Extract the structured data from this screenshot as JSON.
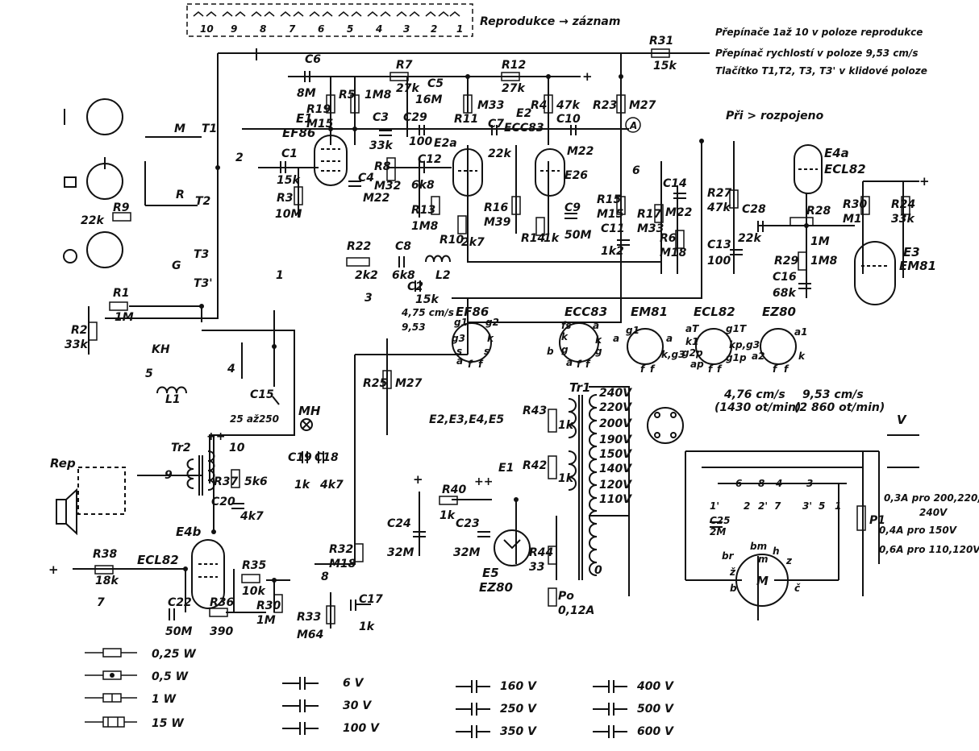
{
  "header": {
    "switch_numbers": [
      "10",
      "9",
      "8",
      "7",
      "6",
      "5",
      "4",
      "3",
      "2",
      "1"
    ],
    "mode_label": "Reprodukce → záznam"
  },
  "notes": [
    "Přepínače  1až 10  v poloze  reprodukce",
    "Přepínač  rychlostí  v poloze  9,53 cm/s",
    "Tlačítko  T1,T2, T3, T3' v klidové  poloze"
  ],
  "annotation_pri": "Při > rozpojeno",
  "components": {
    "R31": [
      "R31",
      "15k"
    ],
    "C6": [
      "C6",
      "8M"
    ],
    "R7": [
      "R7",
      "27k"
    ],
    "R12": [
      "R12",
      "27k"
    ],
    "R19": [
      "R19",
      "M15"
    ],
    "R5": [
      "R5",
      "1M8"
    ],
    "C5": [
      "C5",
      "16M"
    ],
    "R11": [
      "R11",
      "M33"
    ],
    "R4": [
      "R4",
      "47k"
    ],
    "R23": [
      "R23",
      "M27"
    ],
    "C3": [
      "C3",
      "33k"
    ],
    "C29": [
      "C29",
      "100"
    ],
    "C7": [
      "C7",
      "22k"
    ],
    "C10": [
      "C10",
      "M22"
    ],
    "E1": [
      "E1",
      "EF86"
    ],
    "E2": [
      "E2",
      "ECC83"
    ],
    "E2a": [
      "E2a",
      ""
    ],
    "E26": [
      "E26",
      ""
    ],
    "C1": [
      "C1",
      "15k"
    ],
    "R3": [
      "R3",
      "10M"
    ],
    "C4": [
      "C4",
      "M22"
    ],
    "R8": [
      "R8",
      "M32"
    ],
    "C12": [
      "C12",
      "6k8"
    ],
    "R13": [
      "R13",
      "1M8"
    ],
    "R16": [
      "R16",
      "M39"
    ],
    "C9": [
      "C9",
      "50M"
    ],
    "R14": [
      "R14",
      "1k"
    ],
    "R10": [
      "R10",
      "2k7"
    ],
    "R15": [
      "R15",
      "M15"
    ],
    "C11": [
      "C11",
      "1k2"
    ],
    "R17": [
      "R17",
      "M33"
    ],
    "C14": [
      "C14",
      "M22"
    ],
    "R6": [
      "R6",
      "M18"
    ],
    "R27": [
      "R27",
      "47k"
    ],
    "C28": [
      "C28",
      "22k"
    ],
    "C13": [
      "C13",
      "100"
    ],
    "E4a": [
      "E4a",
      "ECL82"
    ],
    "R28": [
      "R28",
      "1M"
    ],
    "R29": [
      "R29",
      "1M8"
    ],
    "C16": [
      "C16",
      "68k"
    ],
    "R30a": [
      "R30",
      "M1"
    ],
    "R24": [
      "R24",
      "33k"
    ],
    "E3": [
      "E3",
      "EM81"
    ],
    "R22": [
      "R22",
      "2k2"
    ],
    "C8": [
      "C8",
      "6k8"
    ],
    "L2": [
      "L2",
      ""
    ],
    "C2": [
      "C2",
      "15k"
    ],
    "R9": [
      "R9",
      "22k"
    ],
    "R1": [
      "R1",
      "1M"
    ],
    "R2": [
      "R2",
      "33k"
    ],
    "KH": [
      "KH",
      ""
    ],
    "L1": [
      "L1",
      ""
    ],
    "C15": [
      "C15",
      "25 až250"
    ],
    "MH": [
      "MH",
      ""
    ],
    "C19": [
      "C19",
      "1k"
    ],
    "C18": [
      "C18",
      "4k7"
    ],
    "R25": [
      "R25",
      "M27"
    ],
    "Tr2": [
      "Tr2",
      ""
    ],
    "R37": [
      "R37",
      "5k6"
    ],
    "C20": [
      "C20",
      "4k7"
    ],
    "E4b": [
      "E4b",
      "ECL82"
    ],
    "R38": [
      "R38",
      "18k"
    ],
    "R35": [
      "R35",
      "10k"
    ],
    "R32": [
      "R32",
      "M18"
    ],
    "C22": [
      "C22",
      "50M"
    ],
    "R36": [
      "R36",
      "390"
    ],
    "R30b": [
      "R30",
      "1M"
    ],
    "R33": [
      "R33",
      "M64"
    ],
    "C17": [
      "C17",
      "1k"
    ],
    "R43": [
      "R43",
      "1k"
    ],
    "R42": [
      "R42",
      "1k"
    ],
    "R40": [
      "R40",
      "1k"
    ],
    "C24": [
      "C24",
      "32M"
    ],
    "C23": [
      "C23",
      "32M"
    ],
    "E5": [
      "E5",
      "EZ80"
    ],
    "R44": [
      "R44",
      "33"
    ],
    "Po": [
      "Po",
      "0,12A"
    ],
    "Tr1": [
      "Tr1",
      ""
    ],
    "P1": [
      "P1",
      ""
    ],
    "M": [
      "M",
      ""
    ],
    "C25": [
      "C25",
      "2M"
    ]
  },
  "misc_labels": {
    "speed": [
      "4,75 cm/s",
      "9,53"
    ],
    "gnd_groups": [
      "E2,E3,E4,E5",
      "E1"
    ],
    "rep": "Rep",
    "T1": "T1",
    "T2": "T2",
    "T3": "T3",
    "T3p": "T3'",
    "M": "M",
    "R": "R",
    "G": "G",
    "A": "A",
    "plus": "+",
    "plusplus": "++",
    "sw_nums": [
      "1",
      "2",
      "3",
      "4",
      "5",
      "6",
      "7",
      "8",
      "9",
      "10"
    ],
    "motor_terms": [
      "br",
      "bm",
      "h",
      "m",
      "z",
      "ž",
      "b",
      "č"
    ],
    "zero": "0"
  },
  "tr1_taps": [
    "240V",
    "220V",
    "200V",
    "190V",
    "150V",
    "140V",
    "120V",
    "110V"
  ],
  "speeds_info": [
    "4,76 cm/s",
    "9,53 cm/s",
    "(1430 ot/min)",
    "(2 860 ot/min)"
  ],
  "fuse_notes": [
    "0,3A pro 200,220,",
    "240V",
    "0,4A pro 150V",
    "0,6A pro 110,120V"
  ],
  "motor_selector": [
    "1'",
    "2'",
    "3'",
    "5",
    "1",
    "6",
    "8",
    "4",
    "2",
    "7",
    "3"
  ],
  "switch_V": "V",
  "tubes_pinouts": [
    {
      "name": "EF86",
      "pins": [
        "g1",
        "g2",
        "g3",
        "k",
        "s",
        "s",
        "a",
        "f",
        "f"
      ]
    },
    {
      "name": "ECC83",
      "pins": [
        "fs",
        "a",
        "k",
        "k",
        "g",
        "g",
        "a",
        "f",
        "f",
        "a",
        "b"
      ]
    },
    {
      "name": "EM81",
      "pins": [
        "g1",
        "a",
        "k,g3",
        "f",
        "f"
      ]
    },
    {
      "name": "ECL82",
      "pins": [
        "aT",
        "g1T",
        "k1",
        "kp,g3",
        "g2p",
        "g1p",
        "ap",
        "f",
        "f"
      ]
    },
    {
      "name": "EZ80",
      "pins": [
        "a1",
        "a2",
        "k",
        "f",
        "f"
      ]
    }
  ],
  "legend_wattage": [
    "0,25 W",
    "0,5 W",
    "1 W",
    "15 W"
  ],
  "legend_voltage": [
    "6 V",
    "30 V",
    "100 V",
    "160 V",
    "250 V",
    "350 V",
    "400 V",
    "500 V",
    "600 V"
  ]
}
